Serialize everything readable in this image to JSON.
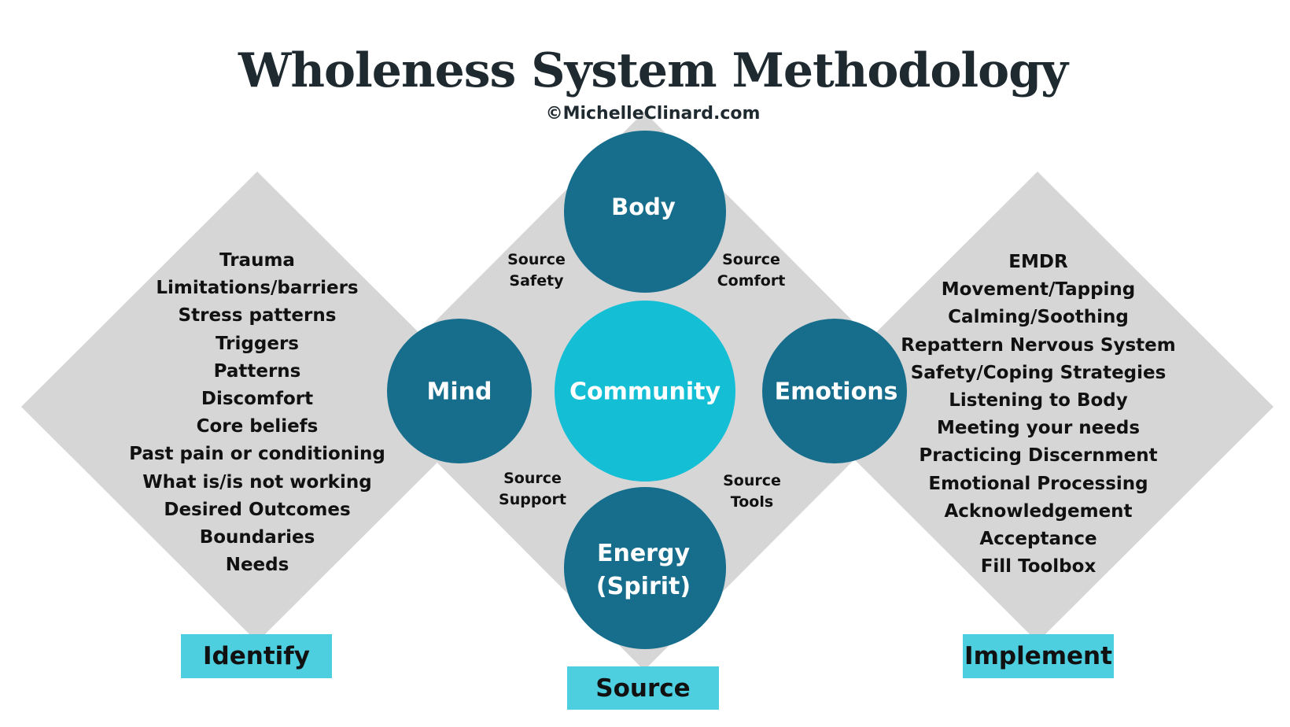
{
  "title": "Wholeness System Methodology",
  "copyright": "©MichelleClinard.com",
  "colors": {
    "circle": "#176e8c",
    "community": "#14bfd6",
    "label_box": "#4dcfe0",
    "diamond": "#d6d6d6"
  },
  "circles": {
    "body": "Body",
    "mind": "Mind",
    "community": "Community",
    "emotions": "Emotions",
    "energy_line1": "Energy",
    "energy_line2": "(Spirit)"
  },
  "sources": {
    "safety": [
      "Source",
      "Safety"
    ],
    "comfort": [
      "Source",
      "Comfort"
    ],
    "support": [
      "Source",
      "Support"
    ],
    "tools": [
      "Source",
      "Tools"
    ]
  },
  "identify": {
    "label": "Identify",
    "items": [
      "Trauma",
      "Limitations/barriers",
      "Stress patterns",
      "Triggers",
      "Patterns",
      "Discomfort",
      "Core beliefs",
      "Past pain or conditioning",
      "What is/is not working",
      "Desired Outcomes",
      "Boundaries",
      "Needs"
    ]
  },
  "source_label": "Source",
  "implement": {
    "label": "Implement",
    "items": [
      "EMDR",
      "Movement/Tapping",
      "Calming/Soothing",
      "Repattern Nervous System",
      "Safety/Coping Strategies",
      "Listening to Body",
      "Meeting your needs",
      "Practicing Discernment",
      "Emotional Processing",
      "Acknowledgement",
      "Acceptance",
      "Fill Toolbox"
    ]
  }
}
